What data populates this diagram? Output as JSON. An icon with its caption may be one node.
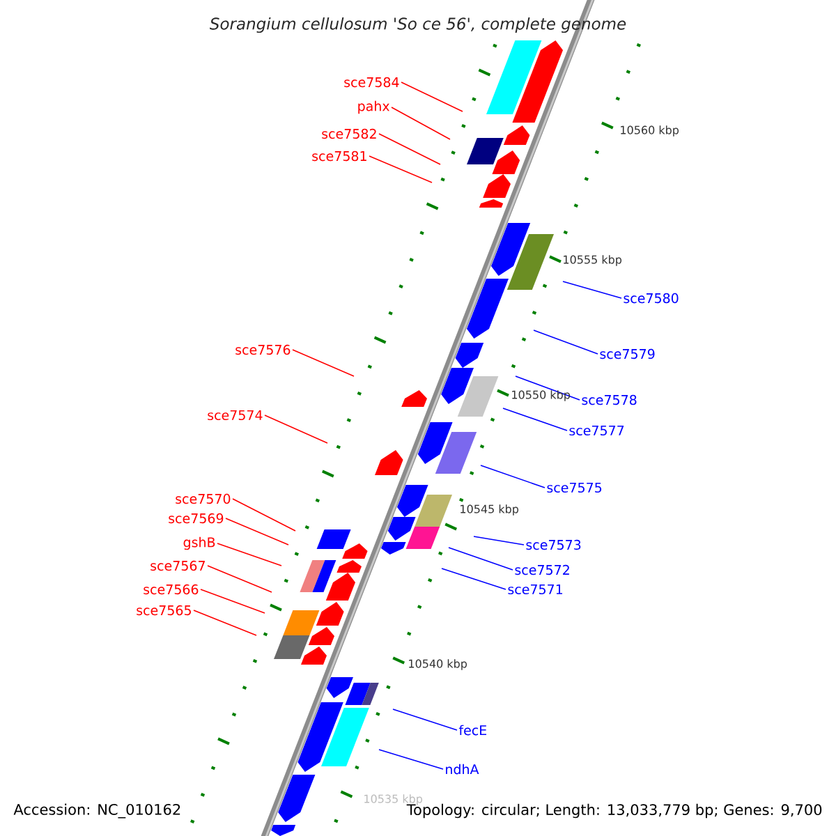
{
  "diagram": {
    "title": "Sorangium cellulosum 'So ce 56', complete genome",
    "nodes": [
      {
        "text": [
          "sce7584"
        ]
      },
      {
        "text": [
          "pahx"
        ]
      },
      {
        "text": [
          "sce7582"
        ]
      },
      {
        "text": [
          "sce7581"
        ]
      },
      {
        "text": [
          "sce7580"
        ]
      },
      {
        "text": [
          "sce7579"
        ]
      },
      {
        "text": [
          "sce7576"
        ]
      },
      {
        "text": [
          "sce7578"
        ]
      },
      {
        "text": [
          "sce7577"
        ]
      },
      {
        "text": [
          "sce7574"
        ]
      },
      {
        "text": [
          "sce7575"
        ]
      },
      {
        "text": [
          "sce7570"
        ]
      },
      {
        "text": [
          "sce7573"
        ]
      },
      {
        "text": [
          "sce7569"
        ]
      },
      {
        "text": [
          "sce7572"
        ]
      },
      {
        "text": [
          "gshB"
        ]
      },
      {
        "text": [
          "sce7571"
        ]
      },
      {
        "text": [
          "sce7567"
        ]
      },
      {
        "text": [
          "sce7566"
        ]
      },
      {
        "text": [
          "sce7565"
        ]
      },
      {
        "text": [
          "fecE"
        ]
      },
      {
        "text": [
          "ndhA"
        ]
      }
    ],
    "edges": [
      {
        "from": 0,
        "to": null,
        "arrow": "none"
      },
      {
        "from": 1,
        "to": null,
        "arrow": "none"
      },
      {
        "from": 2,
        "to": null,
        "arrow": "none"
      },
      {
        "from": 3,
        "to": null,
        "arrow": "none"
      },
      {
        "from": 4,
        "to": null,
        "arrow": "none",
        "color": "#0000ff"
      },
      {
        "from": 5,
        "to": null,
        "arrow": "none",
        "color": "#0000ff"
      },
      {
        "from": 6,
        "to": null,
        "arrow": "none"
      },
      {
        "from": 7,
        "to": null,
        "arrow": "none",
        "color": "#0000ff"
      },
      {
        "from": 8,
        "to": null,
        "arrow": "none",
        "color": "#0000ff"
      },
      {
        "from": 9,
        "to": null,
        "arrow": "none"
      },
      {
        "from": 10,
        "to": null,
        "arrow": "none",
        "color": "#0000ff"
      },
      {
        "from": 11,
        "to": null,
        "arrow": "none"
      },
      {
        "from": 12,
        "to": null,
        "arrow": "none",
        "color": "#0000ff"
      },
      {
        "from": 13,
        "to": null,
        "arrow": "none"
      },
      {
        "from": 14,
        "to": null,
        "arrow": "none",
        "color": "#0000ff"
      },
      {
        "from": 15,
        "to": null,
        "arrow": "none"
      },
      {
        "from": 16,
        "to": null,
        "arrow": "none",
        "color": "#0000ff"
      },
      {
        "from": 17,
        "to": null,
        "arrow": "none"
      },
      {
        "from": 18,
        "to": null,
        "arrow": "none"
      },
      {
        "from": 19,
        "to": null,
        "arrow": "none"
      },
      {
        "from": 20,
        "to": null,
        "arrow": "none",
        "color": "#0000ff"
      },
      {
        "from": 21,
        "to": null,
        "arrow": "none",
        "color": "#0000ff"
      }
    ],
    "labels": [
      "10560 kbp",
      "10555 kbp",
      "10550 kbp",
      "10545 kbp",
      "10540 kbp",
      "10535 kbp",
      "Accession: NC_010162",
      "Topology: circular; Length: 13,033,779 bp; Genes: 9,700"
    ]
  }
}
